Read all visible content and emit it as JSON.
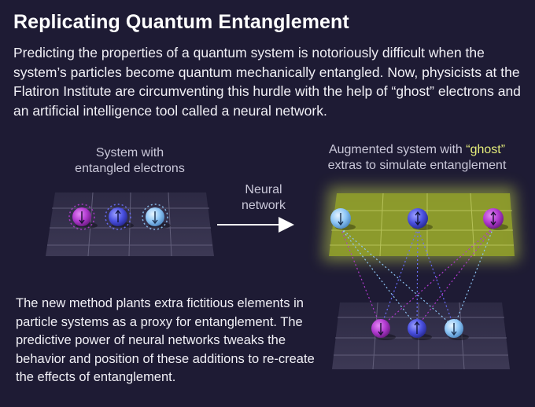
{
  "title": "Replicating Quantum Entanglement",
  "intro": "Predicting the properties of a quantum system is notoriously difficult when the system’s particles become quantum mechanically entangled. Now, physicists at the Flatiron Institute are circumventing this hurdle with the help of “ghost” electrons and an artificial intelligence tool called a neural network.",
  "left_panel": {
    "label_line1": "System with",
    "label_line2": "entangled electrons"
  },
  "arrow": {
    "label_line1": "Neural",
    "label_line2": "network"
  },
  "right_panel": {
    "label_prefix": "Augmented system with ",
    "label_ghost": "“ghost”",
    "label_line2": "extras to simulate entanglement"
  },
  "bottom_text": "The new method plants extra fictitious elements in particle systems as a proxy for entanglement. The predictive power of neural networks tweaks the behavior and position of these additions to re-create the effects of entanglement.",
  "colors": {
    "background": "#1e1b34",
    "ghost_plane": "#8e9c2a",
    "ghost_highlight": "#e4ec7a",
    "magenta": "#b13ad0",
    "blue": "#4a50e0",
    "light_blue": "#8ec6f6"
  }
}
